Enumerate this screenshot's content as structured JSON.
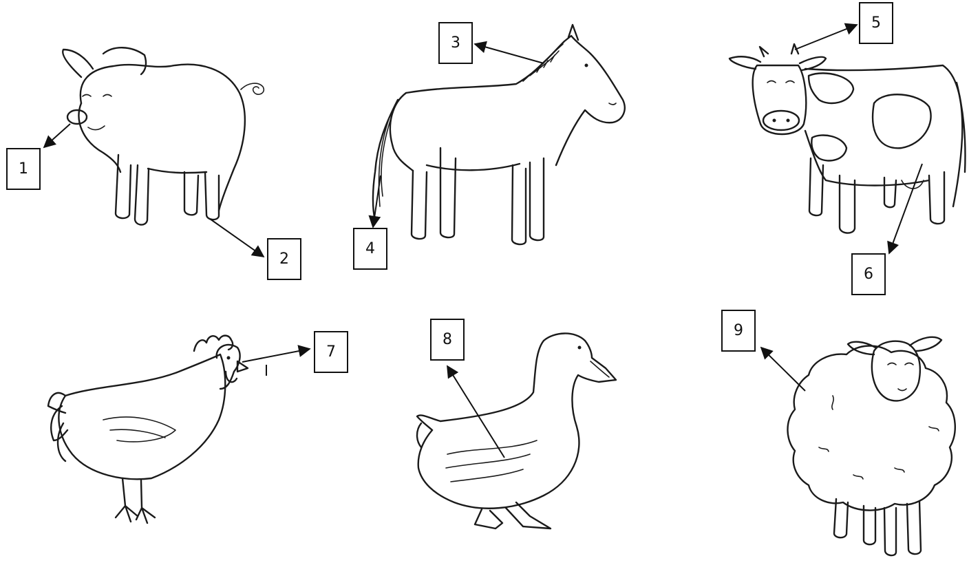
{
  "labels": [
    {
      "id": "1",
      "text": "1"
    },
    {
      "id": "2",
      "text": "2"
    },
    {
      "id": "3",
      "text": "3"
    },
    {
      "id": "4",
      "text": "4"
    },
    {
      "id": "5",
      "text": "5"
    },
    {
      "id": "6",
      "text": "6"
    },
    {
      "id": "7",
      "text": "7"
    },
    {
      "id": "8",
      "text": "8"
    },
    {
      "id": "9",
      "text": "9"
    }
  ],
  "animals": [
    "pig-icon",
    "horse-icon",
    "cow-icon",
    "rooster-icon",
    "goose-icon",
    "sheep-icon"
  ]
}
